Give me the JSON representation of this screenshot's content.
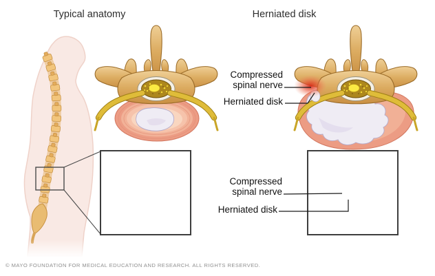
{
  "titles": {
    "left": "Typical anatomy",
    "right": "Herniated disk"
  },
  "annotations": {
    "axial": {
      "compressed_line1": "Compressed",
      "compressed_line2": "spinal nerve",
      "herniated": "Herniated disk"
    },
    "lateral": {
      "compressed_line1": "Compressed",
      "compressed_line2": "spinal nerve",
      "herniated": "Herniated disk"
    }
  },
  "footer": {
    "copyright": "© MAYO FOUNDATION FOR MEDICAL EDUCATION AND RESEARCH. ALL RIGHTS RESERVED."
  },
  "colors": {
    "bone": "#D9A55F",
    "bone_light": "#EFD3A0",
    "bone_outline": "#9A6B28",
    "nerve": "#DFBC39",
    "nerve_outline": "#9E7F15",
    "disk": "#EC9C84",
    "disk_outline": "#D2765F",
    "nucleus": "#EFECF4",
    "inflammation": "#D62A18",
    "spinal_canal": "#AD871D",
    "canal_speckle": "#F4DA35",
    "body_skin": "#F9E9E4",
    "inset_background": "#F6E2DA",
    "inset_border": "#3D3D3D",
    "leader_line": "#1a1a1a",
    "label_text": "#111111",
    "copyright_text": "#8F8F8F"
  }
}
